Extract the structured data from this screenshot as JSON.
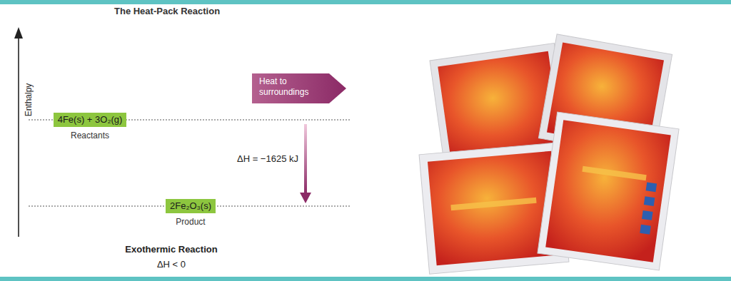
{
  "diagram": {
    "title": "The Heat-Pack Reaction",
    "nodes": [
      {
        "text": [
          "4Fe(s) + 3O₂(g)",
          "Reactants"
        ]
      },
      {
        "text": [
          "Heat to surroundings"
        ]
      },
      {
        "text": [
          "2Fe₂O₃(s)",
          "Product"
        ]
      }
    ],
    "labels": [
      "Enthalpy",
      "ΔH = −1625 kJ",
      "Exothermic Reaction",
      "ΔH < 0"
    ]
  }
}
